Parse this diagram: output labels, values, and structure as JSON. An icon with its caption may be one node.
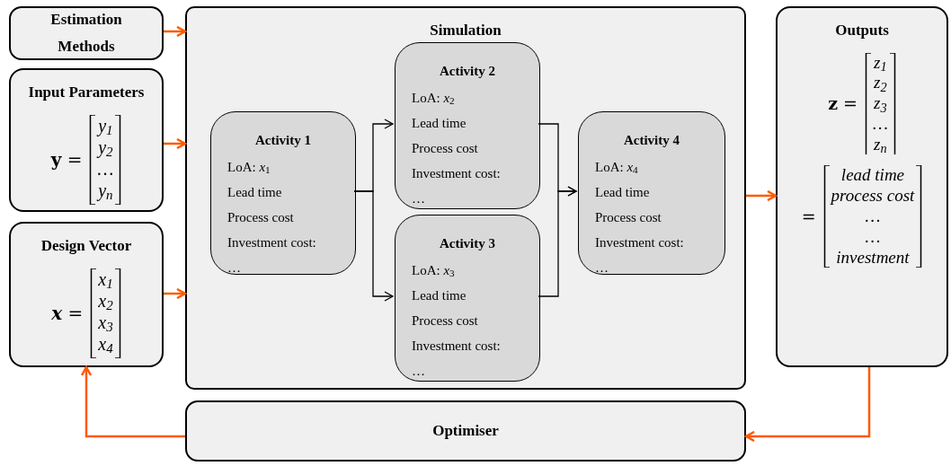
{
  "diagram": {
    "nodes": [
      {
        "text": [
          "Estimation Methods"
        ]
      },
      {
        "text": [
          "Input Parameters",
          "**y** =",
          "y$_{1}$",
          "y$_{2}$",
          "…",
          "y$_{n}$"
        ]
      },
      {
        "text": [
          "Design Vector",
          "**x** =",
          "x$_{1}$",
          "x$_{2}$",
          "x$_{3}$",
          "x$_{4}$"
        ]
      },
      {
        "text": [
          "Simulation"
        ]
      },
      {
        "text": [
          "Activity 1",
          "LoA: *x*$_{1}$",
          "Lead time",
          "Process cost",
          "Investment cost:",
          "…"
        ],
        "in": 3
      },
      {
        "text": [
          "Activity 2",
          "LoA: *x*$_{2}$",
          "Lead time",
          "Process cost",
          "Investment cost:",
          "…"
        ],
        "in": 3
      },
      {
        "text": [
          "Activity 3",
          "LoA: *x*$_{3}$",
          "Lead time",
          "Process cost",
          "Investment cost:",
          "…"
        ],
        "in": 3
      },
      {
        "text": [
          "Activity 4",
          "LoA: *x*$_{4}$",
          "Lead time",
          "Process cost",
          "Investment cost:",
          "…"
        ],
        "in": 3
      },
      {
        "text": [
          "Outputs",
          "**z** =",
          "z$_{1}$",
          "z$_{2}$",
          "z$_{3}$",
          "…",
          "z$_{n}$",
          "=",
          "lead time",
          "process cost",
          "…",
          "…",
          "investment"
        ]
      },
      {
        "text": [
          "Optimiser"
        ]
      }
    ],
    "edges": [
      {
        "from": 0,
        "to": 3,
        "arrow": "to"
      },
      {
        "from": 1,
        "to": 3,
        "arrow": "to"
      },
      {
        "from": 2,
        "to": 3,
        "arrow": "to"
      },
      {
        "from": 4,
        "to": 5,
        "arrow": "to",
        "color": "#000000"
      },
      {
        "from": 4,
        "to": 6,
        "arrow": "to",
        "color": "#000000"
      },
      {
        "from": 5,
        "to": 7,
        "arrow": "to",
        "color": "#000000"
      },
      {
        "from": 6,
        "to": 7,
        "arrow": "to",
        "color": "#000000"
      },
      {
        "from": 3,
        "to": 8,
        "arrow": "to"
      },
      {
        "from": 8,
        "to": 9,
        "arrow": "to"
      },
      {
        "from": 9,
        "to": 2,
        "arrow": "to"
      }
    ]
  }
}
